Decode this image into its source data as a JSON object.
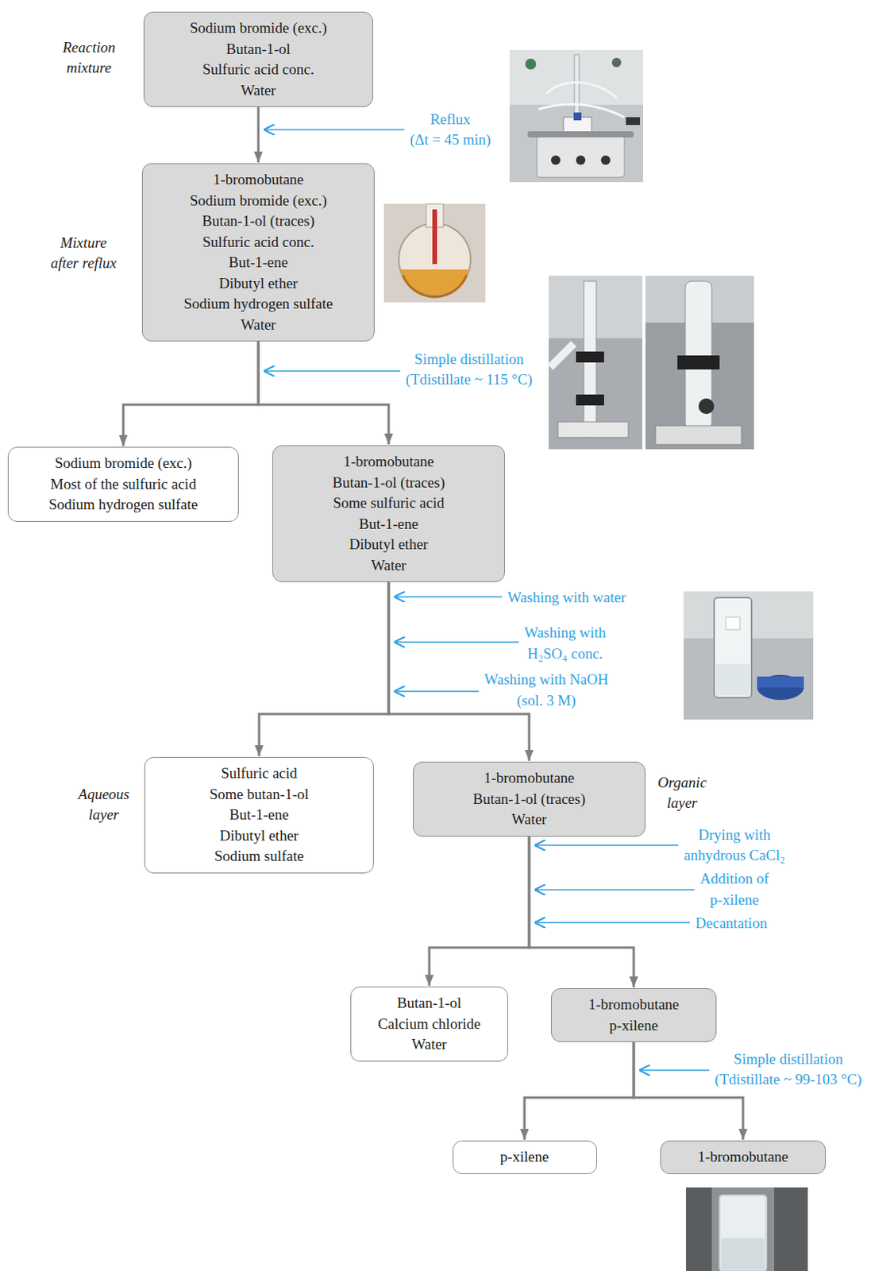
{
  "diagram": {
    "nodes": [
      {
        "text": [
          "Sodium bromide (exc.)",
          "Butan-1-ol",
          "Sulfuric acid conc.",
          "Water"
        ]
      },
      {
        "text": [
          "1-bromobutane",
          "Sodium bromide (exc.)",
          "Butan-1-ol (traces)",
          "Sulfuric acid conc.",
          "But-1-ene",
          "Dibutyl ether",
          "Sodium hydrogen sulfate",
          "Water"
        ]
      },
      {
        "text": [
          "Sodium bromide (exc.)",
          "Most of the sulfuric acid",
          "Sodium hydrogen sulfate"
        ]
      },
      {
        "text": [
          "1-bromobutane",
          "Butan-1-ol (traces)",
          "Some sulfuric acid",
          "But-1-ene",
          "Dibutyl ether",
          "Water"
        ]
      },
      {
        "text": [
          "Sulfuric acid",
          "Some butan-1-ol",
          "But-1-ene",
          "Dibutyl ether",
          "Sodium sulfate"
        ]
      },
      {
        "text": [
          "1-bromobutane",
          "Butan-1-ol (traces)",
          "Water"
        ]
      },
      {
        "text": [
          "Butan-1-ol",
          "Calcium chloride",
          "Water"
        ]
      },
      {
        "text": [
          "1-bromobutane",
          "p-xilene"
        ]
      },
      {
        "text": [
          "p-xilene"
        ]
      },
      {
        "text": [
          "1-bromobutane"
        ]
      }
    ],
    "edges": [
      {
        "from": 0,
        "to": 1,
        "arrow": "to"
      },
      {
        "from": 1,
        "to": 2,
        "arrow": "to"
      },
      {
        "from": 1,
        "to": 3,
        "arrow": "to"
      },
      {
        "from": 3,
        "to": 4,
        "arrow": "to"
      },
      {
        "from": 3,
        "to": 5,
        "arrow": "to"
      },
      {
        "from": 5,
        "to": 6,
        "arrow": "to"
      },
      {
        "from": 5,
        "to": 7,
        "arrow": "to"
      },
      {
        "from": 7,
        "to": 8,
        "arrow": "to"
      },
      {
        "from": 7,
        "to": 9,
        "arrow": "to"
      }
    ],
    "labels": [
      "Reaction mixture",
      "Reflux",
      "(Δt = 45 min)",
      "Mixture after reflux",
      "Simple distillation",
      "(Tdistillate ~ 115 °C)",
      "Washing with water",
      "Washing with",
      "H₂SO₄ conc.",
      "Washing with NaOH",
      "(sol. 3 M)",
      "Aqueous layer",
      "Organic layer",
      "Drying with",
      "anhydrous CaCl₂",
      "Addition of",
      "p-xilene",
      "Decantation",
      "Simple distillation",
      "(Tdistillate ~ 99-103 °C)"
    ]
  }
}
